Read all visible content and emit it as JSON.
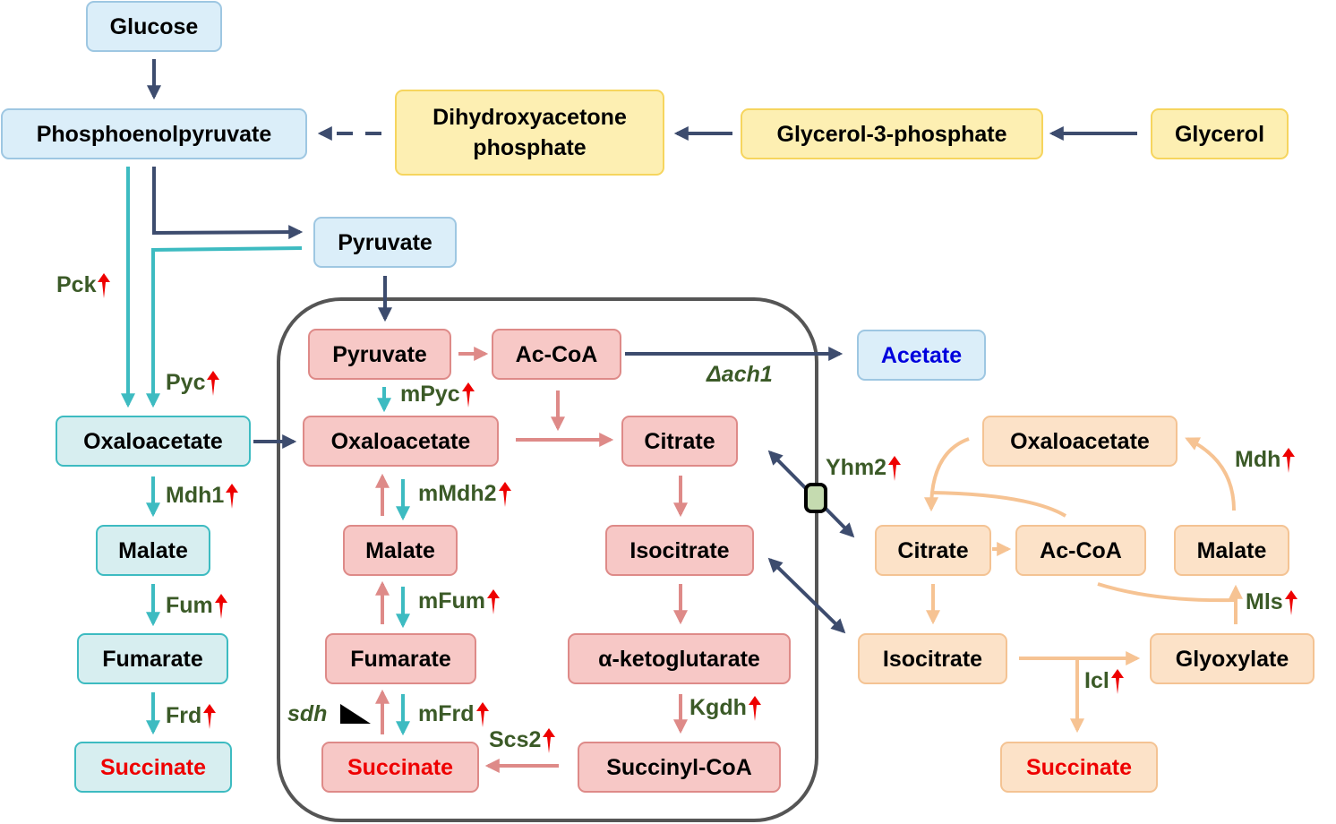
{
  "title": "Metabolic pathway diagram: glucose/glycerol to succinate via reductive TCA, TCA cycle and glyoxylate shunt",
  "colors": {
    "navy_arrow": "#3d4c6e",
    "teal_arrow": "#3dbbc1",
    "pink_arrow": "#de8a88",
    "peach_arrow": "#f6c393",
    "enzyme_text": "#3b5a27",
    "upregulated": "#ee0000",
    "product_text": "#ee0000",
    "acetate_text": "#0000dd",
    "mitochondrion_border": "#555555",
    "transporter_fill": "#c5dbb0"
  },
  "icons": {
    "upregulated": "red-up-arrow-icon",
    "deleted": "black-triangle-icon",
    "transporter": "mitochondrial-carrier-icon"
  },
  "nodes": {
    "glucose": "Glucose",
    "pep": "Phosphoenolpyruvate",
    "dhap_line1": "Dihydroxyacetone",
    "dhap_line2": "phosphate",
    "g3p": "Glycerol-3-phosphate",
    "glycerol": "Glycerol",
    "pyruvate_cyto": "Pyruvate",
    "oaa_cyto": "Oxaloacetate",
    "malate_cyto": "Malate",
    "fumarate_cyto": "Fumarate",
    "succinate_cyto": "Succinate",
    "acetate": "Acetate",
    "pyruvate_mito": "Pyruvate",
    "accoa_mito": "Ac-CoA",
    "oaa_mito": "Oxaloacetate",
    "citrate_mito": "Citrate",
    "malate_mito": "Malate",
    "isocitrate_mito": "Isocitrate",
    "fumarate_mito": "Fumarate",
    "akg_mito": "α-ketoglutarate",
    "succinate_mito": "Succinate",
    "succoa_mito": "Succinyl-CoA",
    "oaa_glyox": "Oxaloacetate",
    "citrate_glyox": "Citrate",
    "accoa_glyox": "Ac-CoA",
    "malate_glyox": "Malate",
    "isocitrate_glyox": "Isocitrate",
    "glyoxylate_glyox": "Glyoxylate",
    "succinate_glyox": "Succinate"
  },
  "enzymes": {
    "pck": "Pck",
    "pyc": "Pyc",
    "mdh1": "Mdh1",
    "fum": "Fum",
    "frd": "Frd",
    "mpyc": "mPyc",
    "mmdh2": "mMdh2",
    "mfum": "mFum",
    "mfrd": "mFrd",
    "sdh": "sdh",
    "scs2": "Scs2",
    "kgdh": "Kgdh",
    "ach1": "Δach1",
    "yhm2": "Yhm2",
    "mdh": "Mdh",
    "mls": "Mls",
    "icl": "Icl"
  }
}
